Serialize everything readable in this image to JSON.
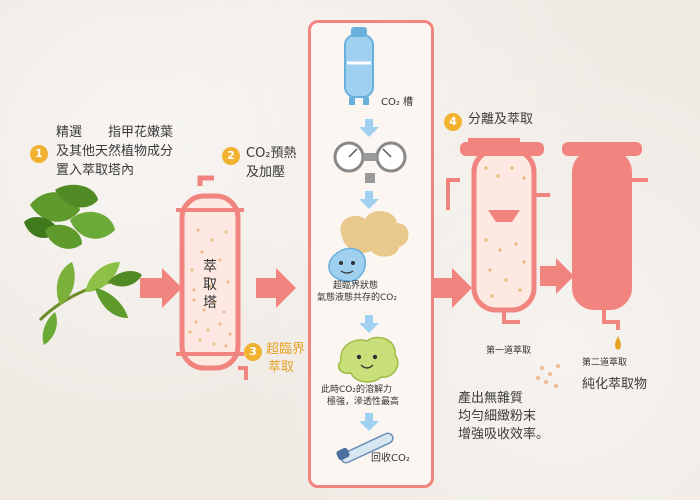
{
  "step1": {
    "number": "1",
    "line1": "精選　　指甲花嫩葉",
    "line2": "及其他天然植物成分",
    "line3": "置入萃取塔內"
  },
  "step2": {
    "number": "2",
    "line1": "CO₂預熱",
    "line2": "及加壓"
  },
  "step3": {
    "number": "3",
    "line1": "超臨界",
    "line2": "萃取"
  },
  "step4": {
    "number": "4",
    "label": "分離及萃取"
  },
  "tower_label": "萃取塔",
  "panel": {
    "tank_label": "CO₂ 槽",
    "state_line1": "超臨界狀態",
    "state_line2": "氣態液態共存的CO₂",
    "power_line1": "此時CO₂的溶解力",
    "power_line2": "極強，滲透性最高",
    "recycle_label": "回收CO₂"
  },
  "first_extract": "第一道萃取",
  "second_extract": "第二道萃取",
  "pure_extract": "純化萃取物",
  "result": {
    "line1": "產出無雜質",
    "line2": "均勻細緻粉末",
    "line3": "增強吸收效率。"
  },
  "colors": {
    "accent": "#f1847e",
    "badge": "#f1b232",
    "leaf": "#5e9a2c"
  },
  "icons": [
    "leaf-icon",
    "tea-sprig-icon",
    "tank-icon",
    "pressure-gauge-icon",
    "gas-cloud-icon",
    "droplet-character-icon",
    "tube-icon",
    "arrow-icon"
  ]
}
